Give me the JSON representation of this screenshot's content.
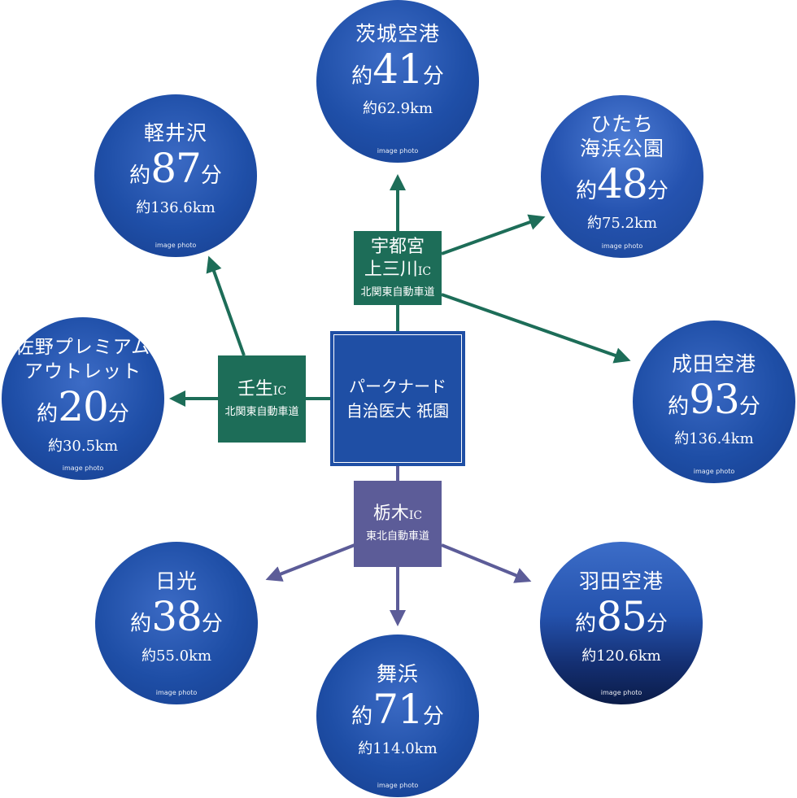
{
  "colors": {
    "green": "#1d6d58",
    "purple": "#5c5c98",
    "center": "#1f4fa5",
    "circle": "#1f4fa8"
  },
  "center": {
    "line1": "パークナード",
    "line2": "自治医大 祇園"
  },
  "ic_utsunomiya": {
    "line1": "宇都宮",
    "line2": "上三川",
    "suffix": "IC",
    "road": "北関東自動車道"
  },
  "ic_mibu": {
    "line1": "壬生",
    "suffix": "IC",
    "road": "北関東自動車道"
  },
  "ic_tochigi": {
    "line1": "栃木",
    "suffix": "IC",
    "road": "東北自動車道"
  },
  "destinations": {
    "ibaraki": {
      "title": "茨城空港",
      "pre": "約",
      "num": "41",
      "unit": "分",
      "dist": "約62.9km",
      "photo": "image photo"
    },
    "hitachi": {
      "title1": "ひたち",
      "title2": "海浜公園",
      "pre": "約",
      "num": "48",
      "unit": "分",
      "dist": "約75.2km",
      "photo": "image photo"
    },
    "narita": {
      "title": "成田空港",
      "pre": "約",
      "num": "93",
      "unit": "分",
      "dist": "約136.4km",
      "photo": "image photo"
    },
    "karuizawa": {
      "title": "軽井沢",
      "pre": "約",
      "num": "87",
      "unit": "分",
      "dist": "約136.6km",
      "photo": "image photo"
    },
    "sano": {
      "title1": "佐野プレミアム",
      "title2": "アウトレット",
      "pre": "約",
      "num": "20",
      "unit": "分",
      "dist": "約30.5km",
      "photo": "image photo"
    },
    "nikko": {
      "title": "日光",
      "pre": "約",
      "num": "38",
      "unit": "分",
      "dist": "約55.0km",
      "photo": "image photo"
    },
    "maihama": {
      "title": "舞浜",
      "pre": "約",
      "num": "71",
      "unit": "分",
      "dist": "約114.0km",
      "photo": "image photo"
    },
    "haneda": {
      "title": "羽田空港",
      "pre": "約",
      "num": "85",
      "unit": "分",
      "dist": "約120.6km",
      "photo": "image photo"
    }
  }
}
